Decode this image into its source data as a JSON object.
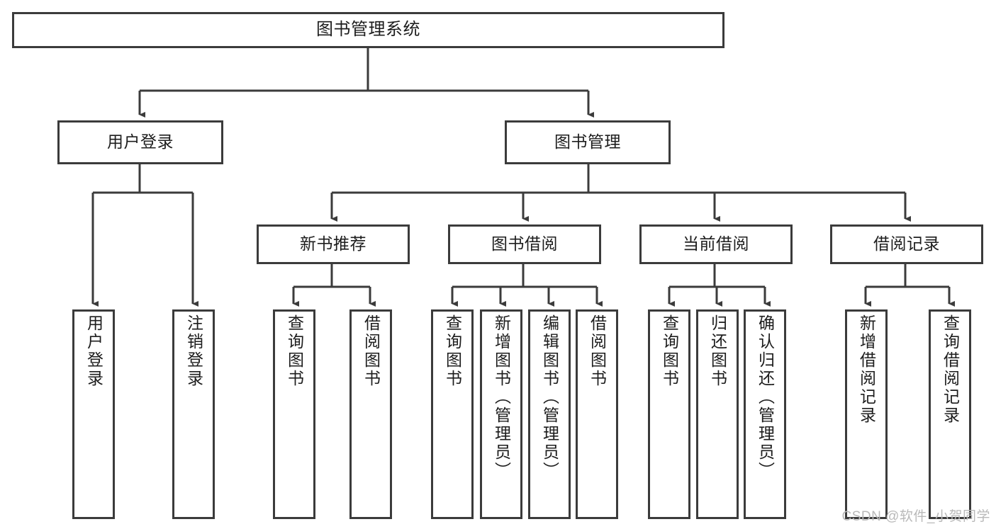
{
  "diagram": {
    "title": "图书管理系统",
    "type": "tree-hierarchy-chart",
    "root": {
      "label": "图书管理系统"
    },
    "level2": [
      {
        "label": "用户登录"
      },
      {
        "label": "图书管理"
      }
    ],
    "level3": [
      {
        "label": "新书推荐"
      },
      {
        "label": "图书借阅"
      },
      {
        "label": "当前借阅"
      },
      {
        "label": "借阅记录"
      }
    ],
    "leaves": {
      "user_login": [
        {
          "label": "用户登录"
        },
        {
          "label": "注销登录"
        }
      ],
      "new_book_recommend": [
        {
          "label": "查询图书"
        },
        {
          "label": "借阅图书"
        }
      ],
      "book_borrow": [
        {
          "label": "查询图书"
        },
        {
          "label": "新增图书（管理员）"
        },
        {
          "label": "编辑图书（管理员）"
        },
        {
          "label": "借阅图书"
        }
      ],
      "current_borrow": [
        {
          "label": "查询图书"
        },
        {
          "label": "归还图书"
        },
        {
          "label": "确认归还（管理员）"
        }
      ],
      "borrow_record": [
        {
          "label": "新增借阅记录"
        },
        {
          "label": "查询借阅记录"
        }
      ]
    }
  },
  "watermark": {
    "text": "CSDN @软件_小贺同学"
  },
  "colors": {
    "border": "#3b3b3b",
    "text": "#1d1d1d",
    "background": "#ffffff",
    "watermark": "#b9b9b9"
  }
}
